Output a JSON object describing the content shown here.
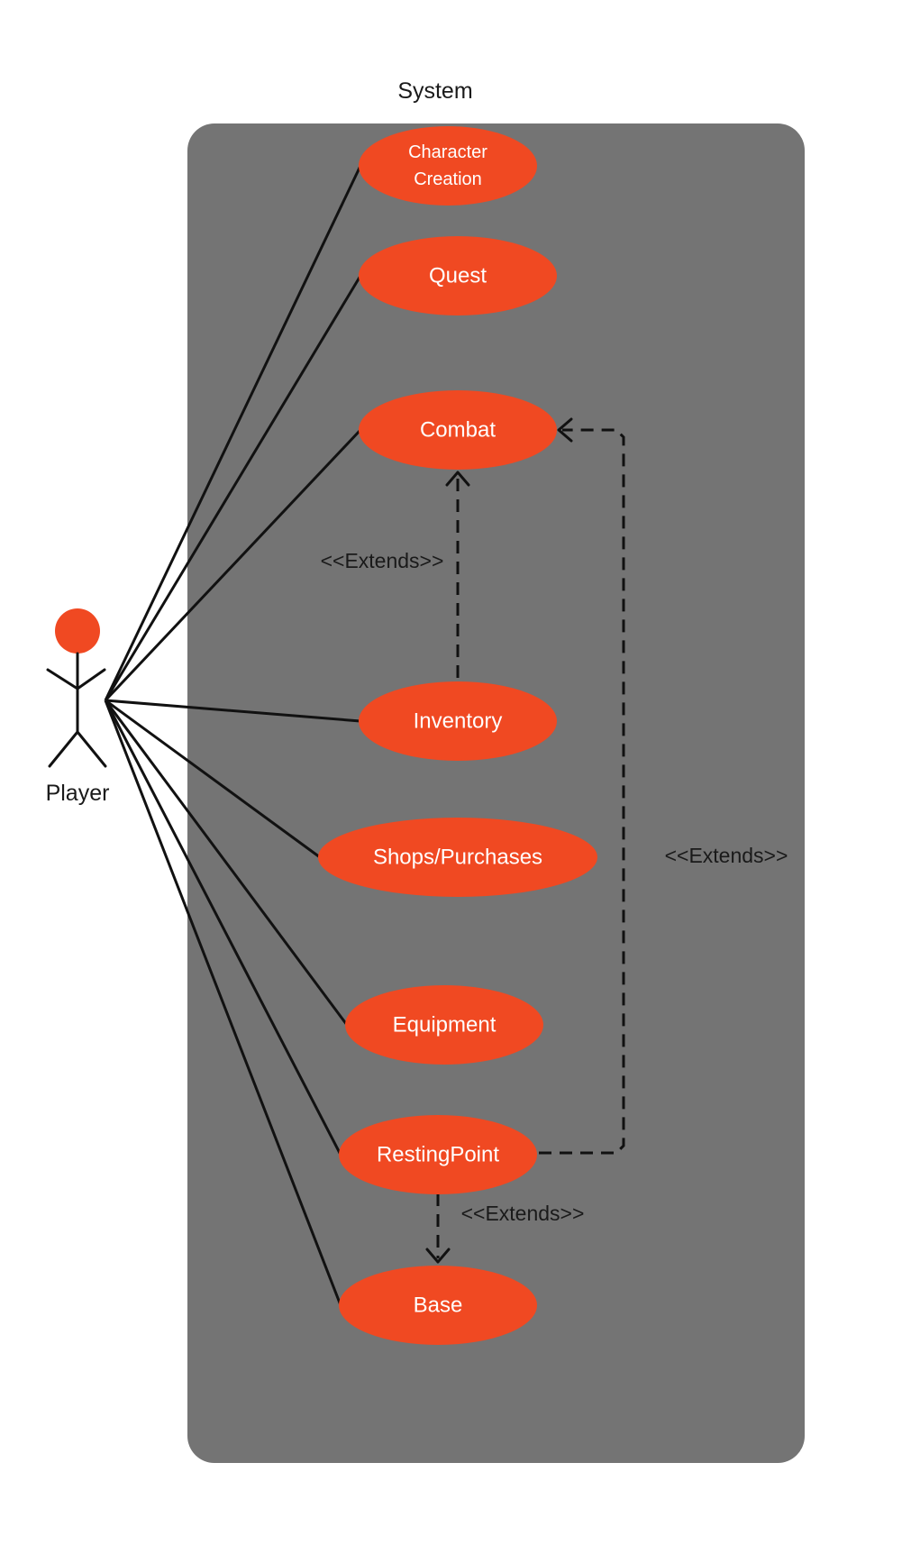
{
  "system": {
    "label": "System",
    "box_color": "#747474"
  },
  "actor": {
    "label": "Player",
    "head_color": "#F04922"
  },
  "use_cases": [
    {
      "id": "character-creation",
      "lines": [
        "Character",
        "Creation"
      ]
    },
    {
      "id": "quest",
      "lines": [
        "Quest"
      ]
    },
    {
      "id": "combat",
      "lines": [
        "Combat"
      ]
    },
    {
      "id": "inventory",
      "lines": [
        "Inventory"
      ]
    },
    {
      "id": "shops-purchases",
      "lines": [
        "Shops/Purchases"
      ]
    },
    {
      "id": "equipment",
      "lines": [
        "Equipment"
      ]
    },
    {
      "id": "resting-point",
      "lines": [
        "RestingPoint"
      ]
    },
    {
      "id": "base",
      "lines": [
        "Base"
      ]
    }
  ],
  "use_case_color": "#F04922",
  "associations": [
    "character-creation",
    "quest",
    "combat",
    "inventory",
    "shops-purchases",
    "equipment",
    "resting-point",
    "base"
  ],
  "extends": [
    {
      "from": "inventory",
      "to": "combat",
      "label": "<<Extends>>"
    },
    {
      "from": "resting-point",
      "to": "combat",
      "label": "<<Extends>>"
    },
    {
      "from": "resting-point",
      "to": "base",
      "label": "<<Extends>>"
    }
  ]
}
